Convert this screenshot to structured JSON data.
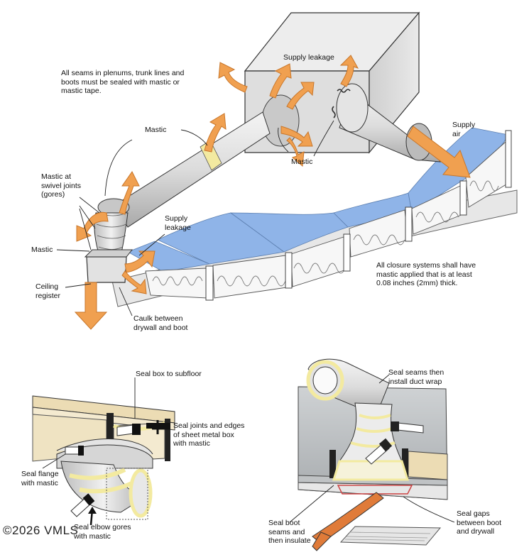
{
  "notes": {
    "seams_note": "All seams in plenums, trunk lines and\nboots must be sealed with mastic or\nmastic tape.",
    "closure_note": "All closure systems shall have\nmastic applied that is at least\n0.08 inches (2mm) thick."
  },
  "labels": {
    "supply_leakage_top": "Supply leakage",
    "mastic_top": "Mastic",
    "mastic_box": "Mastic",
    "supply_air": "Supply\nair",
    "mastic_gores": "Mastic at\nswivel joints\n(gores)",
    "supply_leakage_left": "Supply\nleakage",
    "mastic_left": "Mastic",
    "ceiling_register": "Ceiling\nregister",
    "caulk": "Caulk between\ndrywall and boot",
    "seal_box": "Seal box to subfloor",
    "seal_joints": "Seal joints and edges\nof sheet metal box\nwith mastic",
    "seal_flange": "Seal flange\nwith mastic",
    "seal_elbow": "Seal elbow gores\nwith mastic",
    "seal_seams_wrap": "Seal seams then\ninstall duct wrap",
    "seal_boot_seams": "Seal boot\nseams and\nthen insulate",
    "seal_gaps": "Seal gaps\nbetween boot\nand drywall"
  },
  "watermark": "©2026 VMLS",
  "colors": {
    "arrow": "#f0a050",
    "arrow_stroke": "#c8762a",
    "insulation": "#8fb4e8",
    "mastic": "#f3eaa0",
    "duct": "#d8d8d8",
    "wood": "#ecdcb4"
  }
}
